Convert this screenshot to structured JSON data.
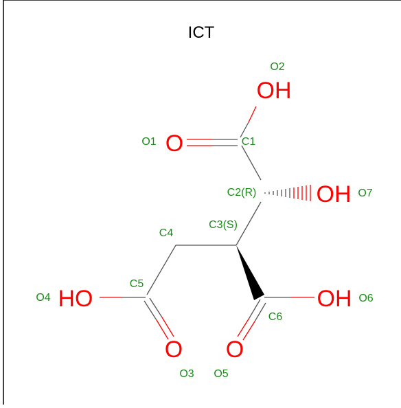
{
  "title": "ICT",
  "atoms": {
    "o2_label": "OH",
    "o1_label": "O",
    "o7_label": "OH",
    "o4_label": "HO",
    "o6_label": "OH",
    "o3_label": "O",
    "o5_label": "O"
  },
  "atom_ids": {
    "O1": "O1",
    "O2": "O2",
    "O3": "O3",
    "O4": "O4",
    "O5": "O5",
    "O6": "O6",
    "O7": "O7",
    "C1": "C1",
    "C2": "C2(R)",
    "C3": "C3(S)",
    "C4": "C4",
    "C5": "C5",
    "C6": "C6"
  },
  "colors": {
    "heteroatom": "#ff0000",
    "atom_id": "#1a8c1a",
    "bond": "#555555",
    "frame": "#000000"
  }
}
